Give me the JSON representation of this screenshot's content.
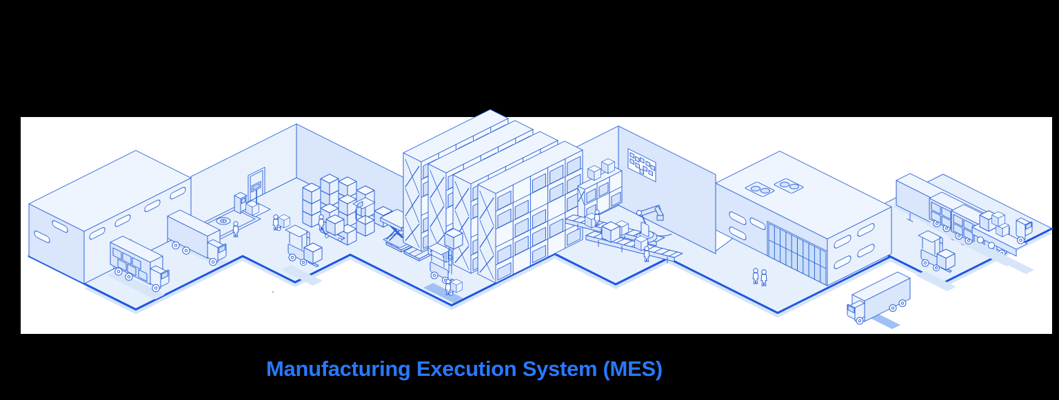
{
  "page": {
    "background": "#000000",
    "canvas_background": "#FFFFFF"
  },
  "title": {
    "text": "Manufacturing Execution System (MES)",
    "color": "#2979FF"
  },
  "palette": {
    "line": "#2F63D9",
    "line_strong": "#1E56E0",
    "fill_light": "#EEF5FE",
    "fill_mid": "#D9E6FB",
    "floor": "#E6EFFC",
    "glass": "#C9DFF9",
    "shadow": "#D7E5F9"
  },
  "scene": {
    "style": "isometric-blue-line-art",
    "sections": [
      {
        "name": "receiving-warehouse",
        "items": [
          "warehouse-building",
          "roof",
          "pill-windows",
          "dock-doors",
          "box-truck-open-cargo",
          "box-truck-docked"
        ]
      },
      {
        "name": "inbound-staging",
        "items": [
          "weighing-station",
          "floor-scale-dial",
          "scale-display",
          "kiosk",
          "wall-door",
          "carton-stacks",
          "empty-pallets",
          "hand-truck-worker",
          "forklift-with-box",
          "pallet-jack-worker",
          "laptop-desk",
          "scissor-lift"
        ]
      },
      {
        "name": "pallet-racking",
        "items": [
          "storage-rack",
          "storage-rack",
          "storage-rack",
          "storage-rack",
          "reach-truck-lifting-box",
          "hand-truck-worker"
        ]
      },
      {
        "name": "production-line",
        "items": [
          "kanban-board",
          "parts-shelf",
          "conveyor-belt",
          "conveyor-belt",
          "turntable-conveyor",
          "robotic-arm",
          "operator",
          "operator",
          "cartons"
        ]
      },
      {
        "name": "shipping-warehouse",
        "items": [
          "warehouse-building",
          "roof-vents",
          "pill-windows",
          "glass-gate",
          "workers"
        ]
      },
      {
        "name": "outbound-yard",
        "items": [
          "semi-trailer",
          "loaded-box-truck",
          "loaded-box-truck",
          "flatbed-truck-with-boxes",
          "forklift-with-box",
          "departing-truck"
        ]
      }
    ]
  }
}
